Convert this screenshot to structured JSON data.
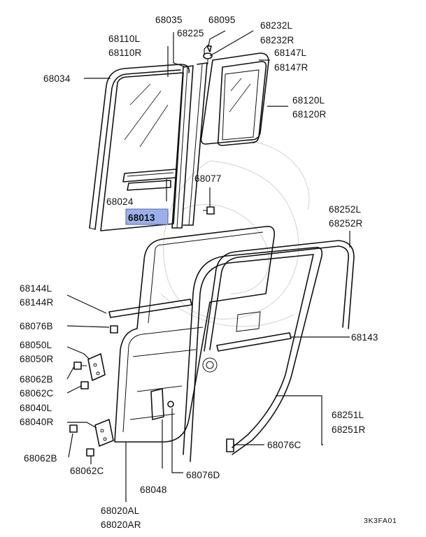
{
  "figure_code": "3K3FA01",
  "highlighted_part": "68013",
  "parts": [
    {
      "id": "68035",
      "lines": [
        "68035"
      ]
    },
    {
      "id": "68095",
      "lines": [
        "68095"
      ]
    },
    {
      "id": "68225",
      "lines": [
        "68225"
      ]
    },
    {
      "id": "68232",
      "lines": [
        "68232L",
        "68232R"
      ]
    },
    {
      "id": "68110",
      "lines": [
        "68110L",
        "68110R"
      ]
    },
    {
      "id": "68147",
      "lines": [
        "68147L",
        "68147R"
      ]
    },
    {
      "id": "68034",
      "lines": [
        "68034"
      ]
    },
    {
      "id": "68120",
      "lines": [
        "68120L",
        "68120R"
      ]
    },
    {
      "id": "68077",
      "lines": [
        "68077"
      ]
    },
    {
      "id": "68024",
      "lines": [
        "68024"
      ]
    },
    {
      "id": "68013",
      "lines": [
        "68013"
      ]
    },
    {
      "id": "68252",
      "lines": [
        "68252L",
        "68252R"
      ]
    },
    {
      "id": "68144",
      "lines": [
        "68144L",
        "68144R"
      ]
    },
    {
      "id": "68076B",
      "lines": [
        "68076B"
      ]
    },
    {
      "id": "68143",
      "lines": [
        "68143"
      ]
    },
    {
      "id": "68050",
      "lines": [
        "68050L",
        "68050R"
      ]
    },
    {
      "id": "68062B_a",
      "lines": [
        "68062B"
      ]
    },
    {
      "id": "68062C_a",
      "lines": [
        "68062C"
      ]
    },
    {
      "id": "68040",
      "lines": [
        "68040L",
        "68040R"
      ]
    },
    {
      "id": "68251",
      "lines": [
        "68251L",
        "68251R"
      ]
    },
    {
      "id": "68062B_b",
      "lines": [
        "68062B"
      ]
    },
    {
      "id": "68076C",
      "lines": [
        "68076C"
      ]
    },
    {
      "id": "68062C_b",
      "lines": [
        "68062C"
      ]
    },
    {
      "id": "68048",
      "lines": [
        "68048"
      ]
    },
    {
      "id": "68076D",
      "lines": [
        "68076D"
      ]
    },
    {
      "id": "68020",
      "lines": [
        "68020AL",
        "68020AR"
      ]
    }
  ]
}
